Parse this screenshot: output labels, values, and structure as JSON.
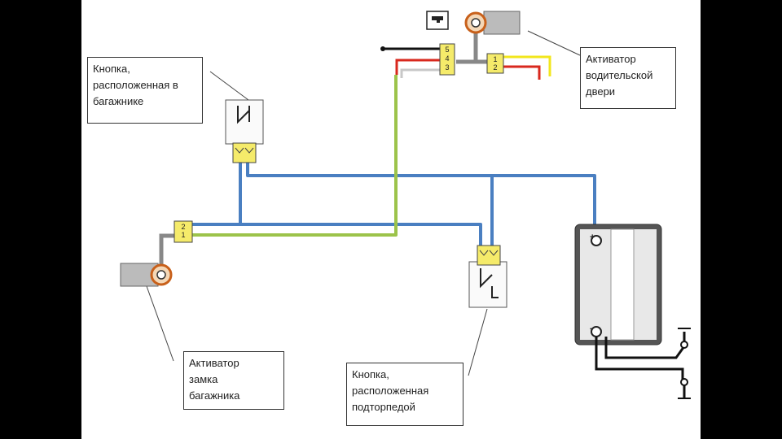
{
  "labels": {
    "trunk_button": [
      "Кнопка,",
      "расположенная в",
      "багажнике"
    ],
    "driver_actuator": [
      "Активатор",
      "водительской",
      "двери"
    ],
    "trunk_actuator": [
      "Активатор",
      "замка",
      "багажника"
    ],
    "dash_button": [
      "Кнопка,",
      "расположенная",
      "подторпедой"
    ]
  },
  "connectors": {
    "door_5pin": [
      "5",
      "4",
      "3"
    ],
    "door_2pin": [
      "1",
      "2"
    ],
    "trunk_2pin": [
      "2",
      "1"
    ]
  },
  "battery": {
    "plus": "+",
    "minus": "-"
  },
  "colors": {
    "blue_wire": "#4a7fc1",
    "green_wire": "#9cc34a",
    "red_wire": "#d8281e",
    "yellow_wire": "#f2e61c",
    "white_wire": "#c8c8c8",
    "black_wire": "#111111",
    "connector": "#f5eb6a"
  }
}
